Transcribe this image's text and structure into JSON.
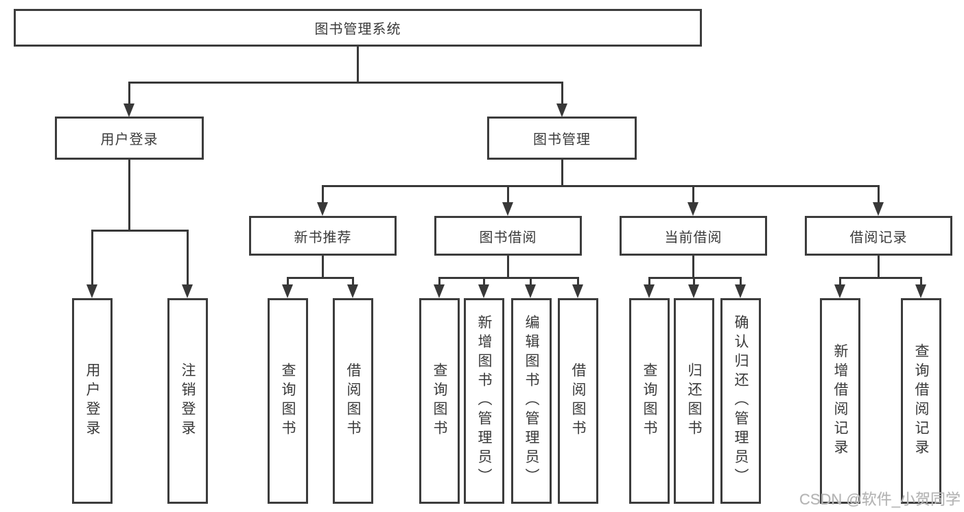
{
  "colors": {
    "line": "#383838",
    "border": "#3c3c3c",
    "text": "#3a3a3a",
    "watermark": "#b3b3b3"
  },
  "tree": {
    "root": {
      "label": "图书管理系统"
    },
    "branches": [
      {
        "label": "用户登录",
        "children": [
          {
            "label": "用户登录"
          },
          {
            "label": "注销登录"
          }
        ]
      },
      {
        "label": "图书管理",
        "children": [
          {
            "label": "新书推荐",
            "children": [
              {
                "label": "查询图书"
              },
              {
                "label": "借阅图书"
              }
            ]
          },
          {
            "label": "图书借阅",
            "children": [
              {
                "label": "查询图书"
              },
              {
                "label": "新增图书（管理员）"
              },
              {
                "label": "编辑图书（管理员）"
              },
              {
                "label": "借阅图书"
              }
            ]
          },
          {
            "label": "当前借阅",
            "children": [
              {
                "label": "查询图书"
              },
              {
                "label": "归还图书"
              },
              {
                "label": "确认归还（管理员）"
              }
            ]
          },
          {
            "label": "借阅记录",
            "children": [
              {
                "label": "新增借阅记录"
              },
              {
                "label": "查询借阅记录"
              }
            ]
          }
        ]
      }
    ]
  },
  "watermark": {
    "text": "CSDN @软件_小贺同学"
  }
}
